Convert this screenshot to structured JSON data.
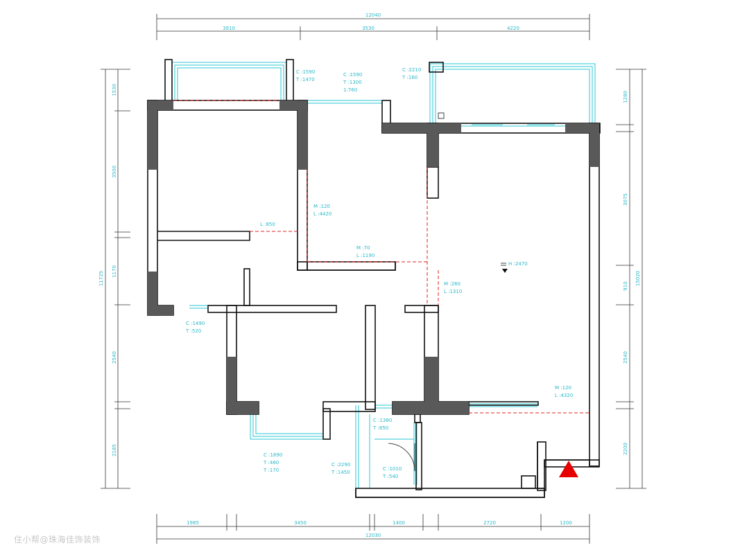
{
  "dimensions": {
    "top_total": "12040",
    "top_segments": [
      "3910",
      "3530",
      "4220"
    ],
    "bottom_total": "12030",
    "bottom_segments": [
      "1985",
      "3450",
      "1400",
      "2720",
      "1200"
    ],
    "left_total": "11725",
    "left_segments": [
      "1530",
      "3500",
      "1170",
      "2540",
      "2185"
    ],
    "right_total": "15020",
    "right_segments": [
      "1280",
      "3075",
      "910",
      "2540",
      "2200"
    ]
  },
  "annotations": {
    "c1": {
      "c": "C :1590",
      "t": "T :1470"
    },
    "c2": {
      "c": "C :1590",
      "t": "T :1300",
      "extra": "1:760"
    },
    "c3": {
      "c": "C :2210",
      "t": "T :160"
    },
    "c4": {
      "c": "C :1490",
      "t": "T :520"
    },
    "c5": {
      "c": "C :1380",
      "t": "T :850"
    },
    "c6": {
      "c": "C :1890",
      "t": "T :460",
      "extra": "T :170"
    },
    "c7": {
      "c": "C :2290",
      "t": "T :1450"
    },
    "c8": {
      "c": "C :1010",
      "t": "T :540"
    },
    "m1": {
      "m": "M :120",
      "l": "L :4420"
    },
    "m2": {
      "m": "M :70",
      "l": "L :1190"
    },
    "m3": {
      "m": "M :260",
      "l": "L :1310"
    },
    "m4": {
      "m": "M :120",
      "l": "L :4320"
    },
    "l1": "L :850",
    "ceiling": "H :2470"
  },
  "colors": {
    "wall": "#111111",
    "column": "#595959",
    "window": "#27c7d6",
    "beam": "#e02020",
    "entrance_marker": "#e60000"
  },
  "markers": [
    "entrance-triangle-icon",
    "ceiling-height-triangle-icon"
  ],
  "watermark": "住小帮@珠海佳饰装饰"
}
